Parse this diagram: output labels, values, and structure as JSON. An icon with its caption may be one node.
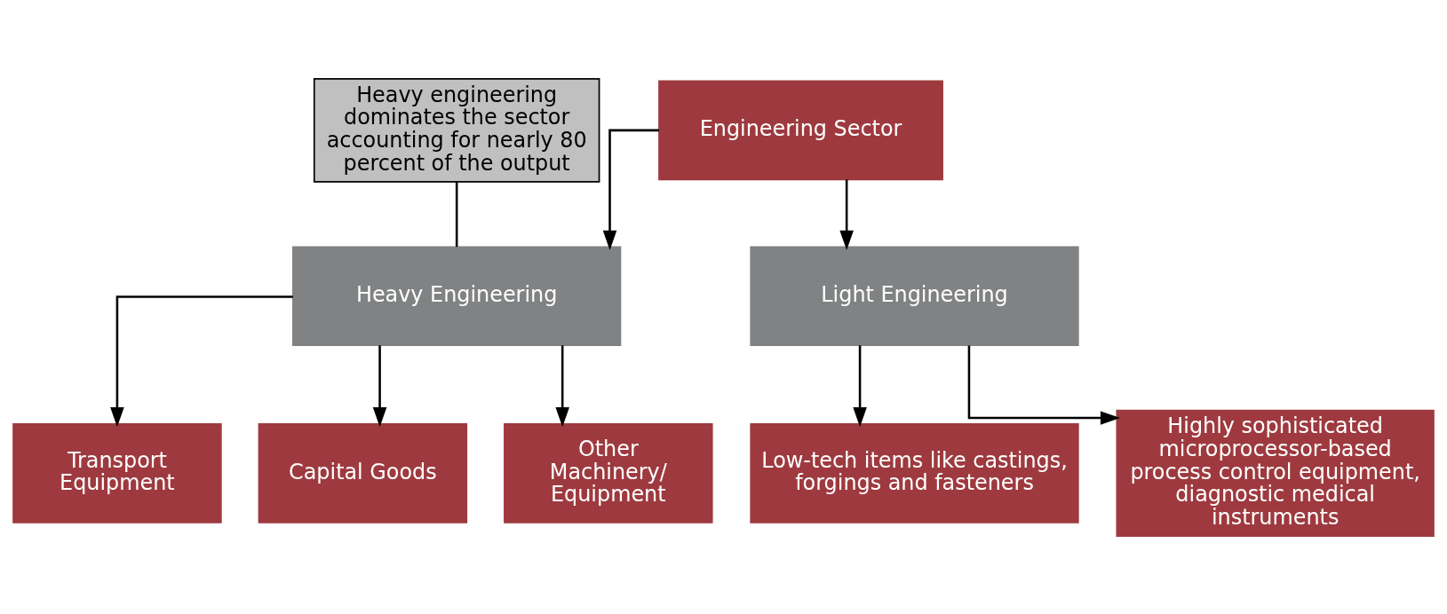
{
  "diagram": {
    "nodes": [
      {
        "text": [
          "Engineering Sector"
        ]
      },
      {
        "text": [
          "Heavy engineering dominates the sector accounting for nearly 80 percent of the output"
        ]
      },
      {
        "text": [
          "Heavy Engineering"
        ]
      },
      {
        "text": [
          "Light Engineering"
        ]
      },
      {
        "text": [
          "Transport Equipment"
        ]
      },
      {
        "text": [
          "Capital Goods"
        ]
      },
      {
        "text": [
          "Other Machinery/ Equipment"
        ]
      },
      {
        "text": [
          "Low-tech items like castings, forgings and fasteners"
        ]
      },
      {
        "text": [
          "Highly sophisticated microprocessor-based process control equipment, diagnostic medical instruments"
        ]
      }
    ],
    "edges": [
      {
        "from": 0,
        "to": 2,
        "arrow": "to"
      },
      {
        "from": 0,
        "to": 3,
        "arrow": "to"
      },
      {
        "from": 1,
        "to": 2,
        "arrow": "none"
      },
      {
        "from": 2,
        "to": 4,
        "arrow": "to"
      },
      {
        "from": 2,
        "to": 5,
        "arrow": "to"
      },
      {
        "from": 2,
        "to": 6,
        "arrow": "to"
      },
      {
        "from": 3,
        "to": 7,
        "arrow": "to"
      },
      {
        "from": 3,
        "to": 8,
        "arrow": "to"
      }
    ]
  }
}
